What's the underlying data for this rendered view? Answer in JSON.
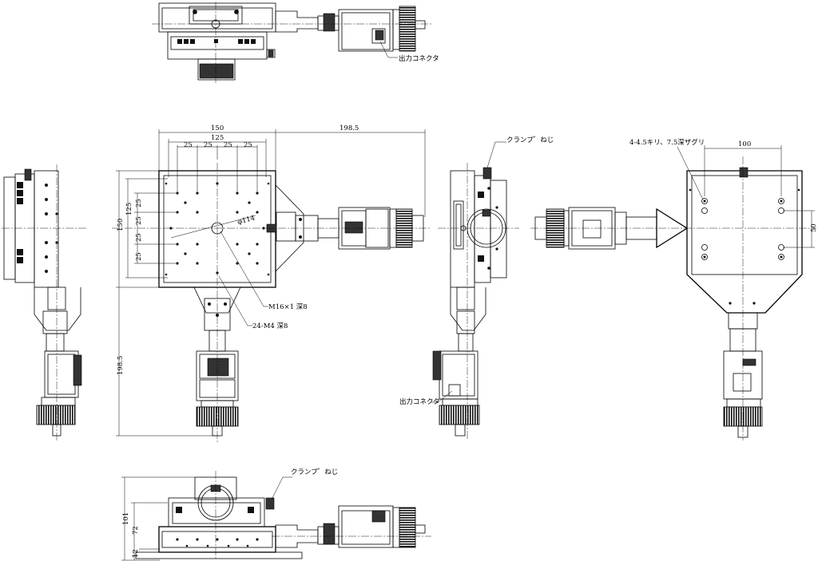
{
  "title": "",
  "dimensions": {
    "width_150": "150",
    "width_125": "125",
    "pitch_25": "25",
    "travel_198_5": "198.5",
    "height_150": "150",
    "height_125": "125",
    "dia_114": "φ114",
    "right_100": "100",
    "right_50": "50",
    "front_101": "101",
    "front_72": "72",
    "front_12": "12"
  },
  "callouts": {
    "center_hole": "M16×1 深8",
    "tapped_holes": "24-M4 深8",
    "clamp_screw_side": "クランプ゛ねじ",
    "clamp_screw_front": "クランプ゛ねじ",
    "output_connector_top": "出力コネクタ",
    "output_connector_side": "出力コネクタ",
    "counterbore": "4-4.5キリ、7.5深ザグリ"
  },
  "colors": {
    "line": "#000000",
    "background": "#ffffff",
    "knurl": "#111111"
  }
}
